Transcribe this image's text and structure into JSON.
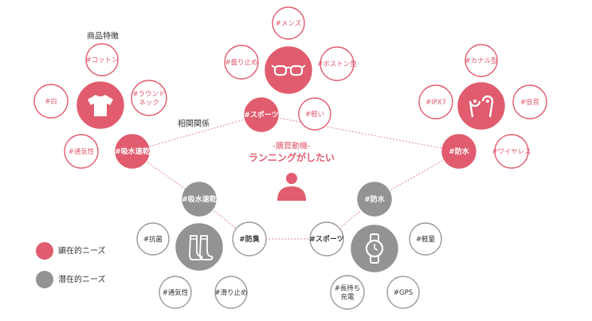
{
  "colors": {
    "red": "#E05C6E",
    "gray": "#939393",
    "line": "#E68A96",
    "dark": "#333333"
  },
  "texts": {
    "product_features": "商品特徴",
    "correlation": "相関関係",
    "motive_title": "-購買動機-",
    "motive": "ランニングがしたい"
  },
  "nodes": [
    {
      "id": "mens",
      "label": "#メンズ",
      "style": "ring-red"
    },
    {
      "id": "kumori",
      "label": "#曇り止め",
      "style": "ring-red"
    },
    {
      "id": "glasses",
      "label": "",
      "style": "fill-red",
      "icon": "glasses-icon"
    },
    {
      "id": "boston",
      "label": "#ボストン型",
      "style": "ring-red"
    },
    {
      "id": "sports_top",
      "label": "#スポーツ",
      "style": "fill-red"
    },
    {
      "id": "karui",
      "label": "#軽い",
      "style": "ring-red"
    },
    {
      "id": "cotton",
      "label": "#コットン",
      "style": "ring-red"
    },
    {
      "id": "shiro",
      "label": "#白",
      "style": "ring-red"
    },
    {
      "id": "tshirt",
      "label": "",
      "style": "fill-red",
      "icon": "tshirt-icon"
    },
    {
      "id": "round",
      "label": "#ラウンド\nネック",
      "style": "ring-red"
    },
    {
      "id": "tsuuki_l",
      "label": "#通気性",
      "style": "ring-red"
    },
    {
      "id": "kyusui_l",
      "label": "#吸水速乾",
      "style": "fill-red"
    },
    {
      "id": "canal",
      "label": "#カナル型",
      "style": "ring-red"
    },
    {
      "id": "ipx7",
      "label": "#IPX7",
      "style": "ring-red"
    },
    {
      "id": "earbuds",
      "label": "",
      "style": "fill-red",
      "icon": "earbuds-icon"
    },
    {
      "id": "teion",
      "label": "#低音",
      "style": "ring-red"
    },
    {
      "id": "bousui_r",
      "label": "#防水",
      "style": "fill-red"
    },
    {
      "id": "wireless",
      "label": "#ワイヤレス",
      "style": "ring-red"
    },
    {
      "id": "kyusui_g",
      "label": "#吸水速乾",
      "style": "fill-gray"
    },
    {
      "id": "kokin",
      "label": "#抗菌",
      "style": "ring-gray"
    },
    {
      "id": "socks",
      "label": "",
      "style": "fill-gray",
      "icon": "socks-icon"
    },
    {
      "id": "boushu",
      "label": "#防臭",
      "style": "ring-gray-bold"
    },
    {
      "id": "tsuuki_g",
      "label": "#通気性",
      "style": "ring-gray"
    },
    {
      "id": "suberi",
      "label": "#滑り止め",
      "style": "ring-gray"
    },
    {
      "id": "bousui_g",
      "label": "#防水",
      "style": "fill-gray"
    },
    {
      "id": "sports_g",
      "label": "#スポーツ",
      "style": "ring-gray-bold"
    },
    {
      "id": "watch",
      "label": "",
      "style": "fill-gray",
      "icon": "watch-icon"
    },
    {
      "id": "keiryo",
      "label": "#軽量",
      "style": "ring-gray"
    },
    {
      "id": "nagamochi",
      "label": "#長持ち\n充電",
      "style": "ring-gray"
    },
    {
      "id": "gps",
      "label": "#GPS",
      "style": "ring-gray"
    }
  ],
  "links": [
    [
      "sports_top",
      "kyusui_l"
    ],
    [
      "sports_top",
      "bousui_r"
    ],
    [
      "kyusui_l",
      "kyusui_g"
    ],
    [
      "bousui_r",
      "bousui_g"
    ],
    [
      "kyusui_g",
      "boushu"
    ],
    [
      "boushu",
      "sports_g"
    ],
    [
      "sports_g",
      "bousui_g"
    ]
  ],
  "legend": [
    {
      "label": "顕在的ニーズ",
      "color": "#E05C6E"
    },
    {
      "label": "潜在的ニーズ",
      "color": "#939393"
    }
  ]
}
